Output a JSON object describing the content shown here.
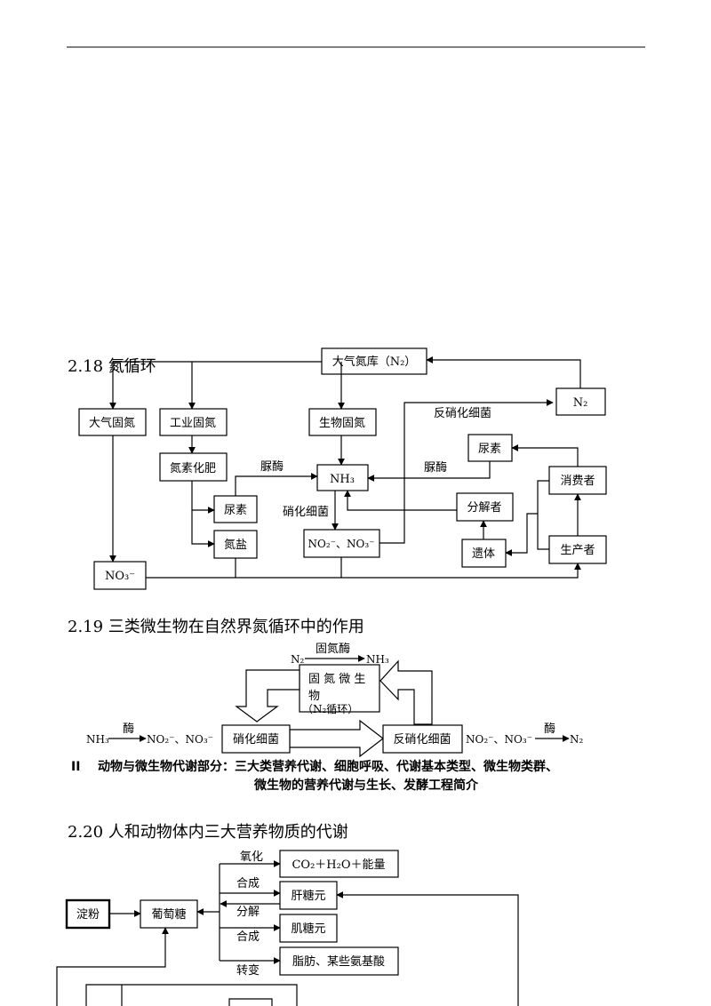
{
  "headings": {
    "h218": "2.18 氮循环",
    "h219": "2.19 三类微生物在自然界氮循环中的作用",
    "h220": "2.20 人和动物体内三大营养物质的代谢",
    "section_marker": "II",
    "section_line1": "动物与微生物代谢部分：三大类营养代谢、细胞呼吸、代谢基本类型、微生物类群、",
    "section_line2": "微生物的营养代谢与生长、发酵工程简介"
  },
  "d218": {
    "atm_n2": "大气氮库（N₂）",
    "n2": "N₂",
    "atm_fix": "大气固氮",
    "ind_fix": "工业固氮",
    "bio_fix": "生物固氮",
    "fert": "氮素化肥",
    "urea_l": "尿素",
    "nitrate_salt": "氮盐",
    "nh3": "NH₃",
    "no2no3": "NO₂⁻、NO₃⁻",
    "no3": "NO₃⁻",
    "urea_r": "尿素",
    "consumer": "消费者",
    "decomposer": "分解者",
    "remains": "遗体",
    "producer": "生产者",
    "lbl_urease1": "脲酶",
    "lbl_urease2": "脲酶",
    "lbl_nitrifying": "硝化细菌",
    "lbl_denitrifying": "反硝化细菌"
  },
  "d219": {
    "top_eq_n2": "N₂",
    "top_eq_enzyme": "固氮酶",
    "top_eq_nh3": "NH₃",
    "fix_box_1": "固 氮 微 生",
    "fix_box_2": "物",
    "fix_box_3": "（N₂循环）",
    "nitrifying": "硝化细菌",
    "denitrifying": "反硝化细菌",
    "left_eq_nh3": "NH₃",
    "left_eq_enzyme": "酶",
    "left_eq_prod": "NO₂⁻、NO₃⁻",
    "right_eq_src": "NO₂⁻、NO₃⁻",
    "right_eq_enzyme": "酶",
    "right_eq_n2": "N₂"
  },
  "d220": {
    "starch": "淀粉",
    "glucose": "葡萄糖",
    "co2": "CO₂＋H₂O＋能量",
    "liver_glycogen": "肝糖元",
    "muscle_glycogen": "肌糖元",
    "fat": "脂肪、某些氨基酸",
    "lbl_oxidize": "氧化",
    "lbl_synth1": "合成",
    "lbl_decomp": "分解",
    "lbl_synth2": "合成",
    "lbl_convert": "转变"
  }
}
